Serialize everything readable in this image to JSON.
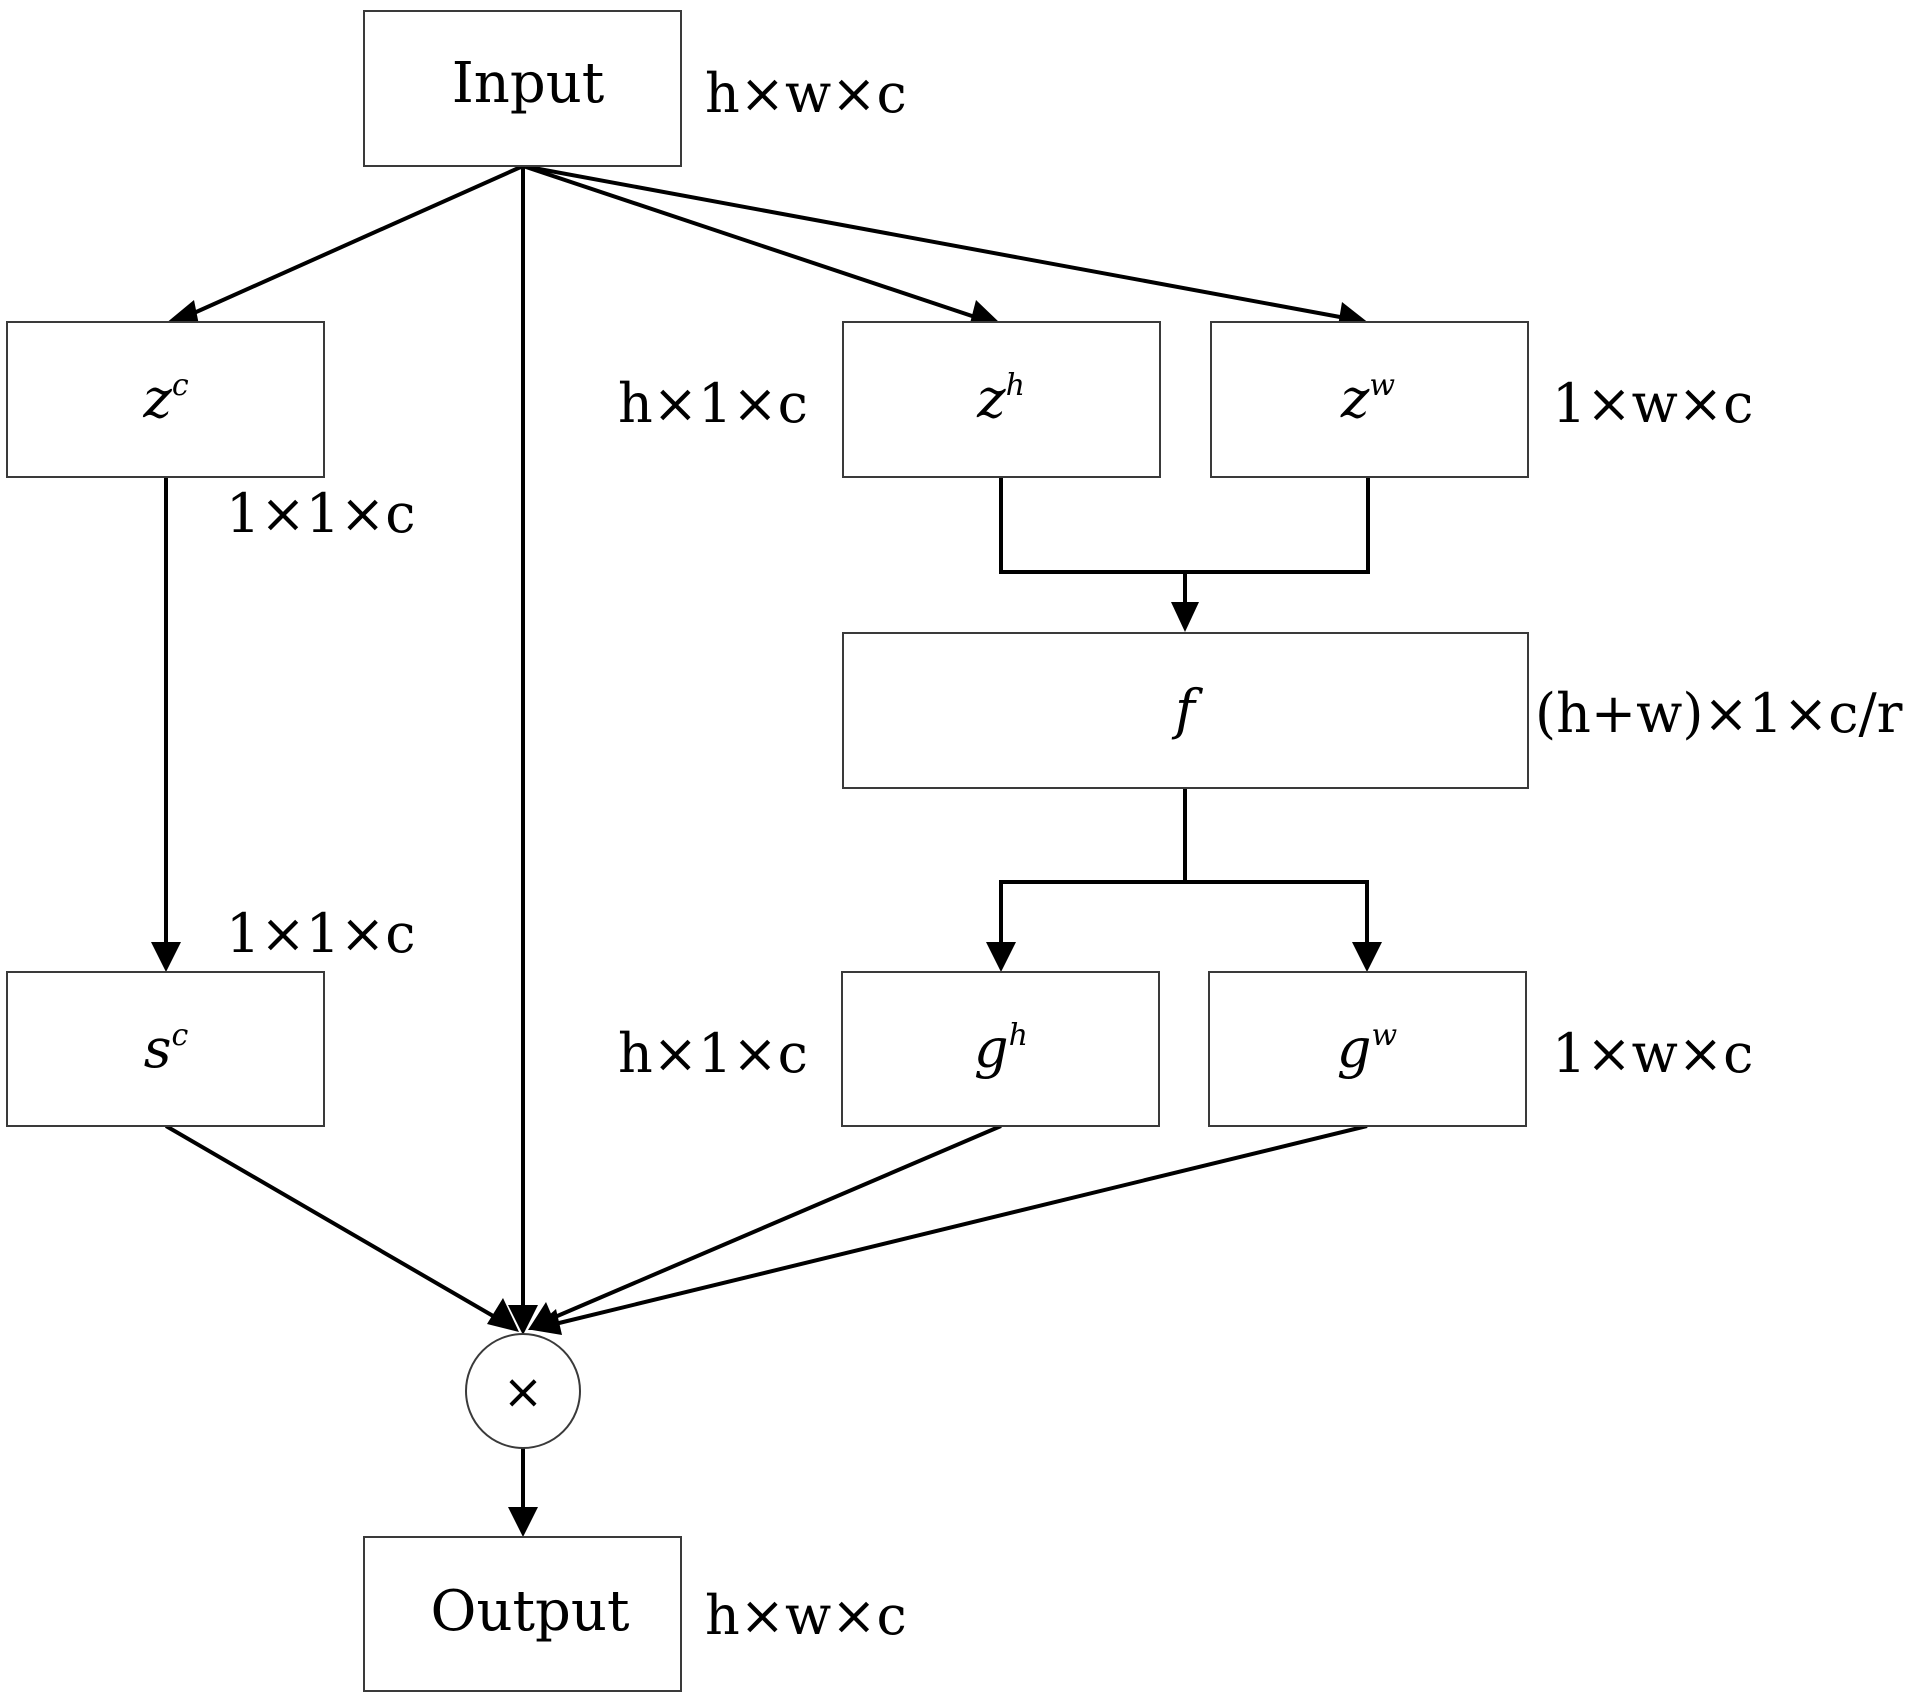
{
  "nodes": {
    "input": {
      "label": "Input",
      "dim": "h×w×c"
    },
    "zc": {
      "base": "z",
      "sup": "c",
      "dim": "1×1×c"
    },
    "zh": {
      "base": "z",
      "sup": "h",
      "dim": "h×1×c"
    },
    "zw": {
      "base": "z",
      "sup": "w",
      "dim": "1×w×c"
    },
    "f": {
      "base": "f",
      "dim": "(h+w)×1×c/r"
    },
    "sc": {
      "base": "s",
      "sup": "c",
      "dim": "1×1×c"
    },
    "gh": {
      "base": "g",
      "sup": "h",
      "dim": "h×1×c"
    },
    "gw": {
      "base": "g",
      "sup": "w",
      "dim": "1×w×c"
    },
    "multiply": {
      "symbol": "×"
    },
    "output": {
      "label": "Output",
      "dim": "h×w×c"
    }
  }
}
